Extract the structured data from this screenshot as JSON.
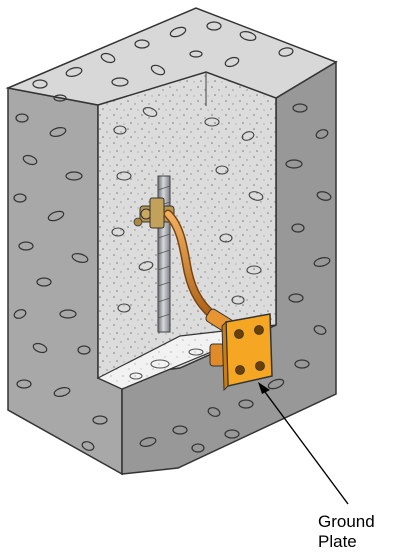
{
  "callout": {
    "line1": "Ground",
    "line2": "Plate"
  },
  "colors": {
    "concrete_face": "#a8a8a8",
    "concrete_side": "#8f8f8f",
    "concrete_top": "#d8d8d8",
    "cutaway_inner": "#dcdcdc",
    "cutaway_floor": "#f2f2f2",
    "rebar": "#9a9da3",
    "copper_conductor": "#d4832a",
    "ground_plate": "#f5a623",
    "outline": "#333333"
  },
  "icons": {
    "aggregate": "ellipse-aggregate",
    "rebar": "steel-rebar",
    "clamp": "bronze-clamp",
    "plate": "ground-plate"
  }
}
